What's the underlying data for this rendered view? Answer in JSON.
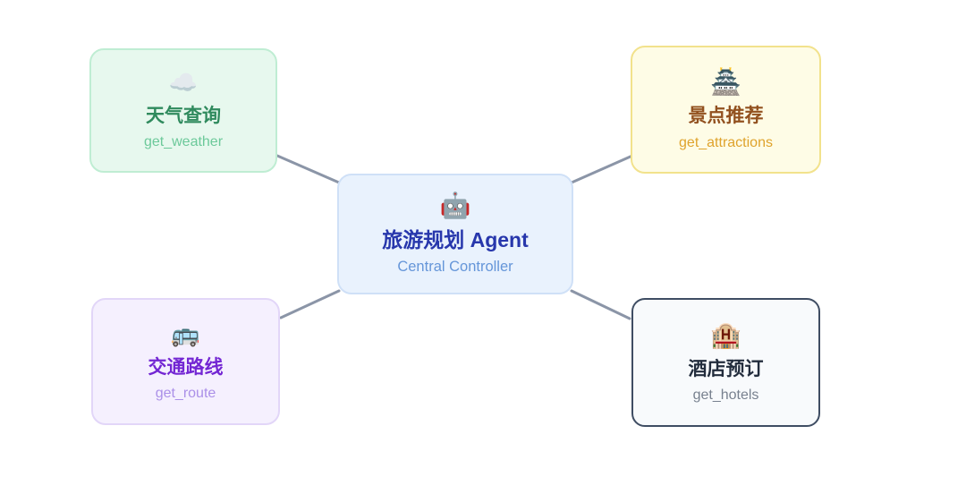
{
  "canvas": {
    "background_color": "#ffffff",
    "connector_color": "#8b95a7"
  },
  "nodes": {
    "agent": {
      "icon": "🤖",
      "icon_name": "robot-icon",
      "title": "旅游规划 Agent",
      "subtitle": "Central Controller",
      "bg_color": "#e9f2fd",
      "border_color": "#cfe0f7",
      "title_color": "#2737ac",
      "subtitle_color": "#6596d9"
    },
    "weather": {
      "icon": "☁️",
      "icon_name": "cloud-icon",
      "title": "天气查询",
      "subtitle": "get_weather",
      "bg_color": "#e7f8ee",
      "border_color": "#bfedd3",
      "title_color": "#2f8a5d",
      "subtitle_color": "#6cc99a"
    },
    "attractions": {
      "icon": "🏯",
      "icon_name": "castle-icon",
      "title": "景点推荐",
      "subtitle": "get_attractions",
      "bg_color": "#fefce6",
      "border_color": "#f2e28c",
      "title_color": "#92511f",
      "subtitle_color": "#dfa32c"
    },
    "route": {
      "icon": "🚌",
      "icon_name": "bus-icon",
      "title": "交通路线",
      "subtitle": "get_route",
      "bg_color": "#f5f0fe",
      "border_color": "#e2d6f8",
      "title_color": "#7326d3",
      "subtitle_color": "#ab90e8"
    },
    "hotels": {
      "icon": "🏨",
      "icon_name": "hotel-icon",
      "title": "酒店预订",
      "subtitle": "get_hotels",
      "bg_color": "#f8fafc",
      "border_color": "#3f4d63",
      "title_color": "#232d3d",
      "subtitle_color": "#78818f"
    }
  }
}
